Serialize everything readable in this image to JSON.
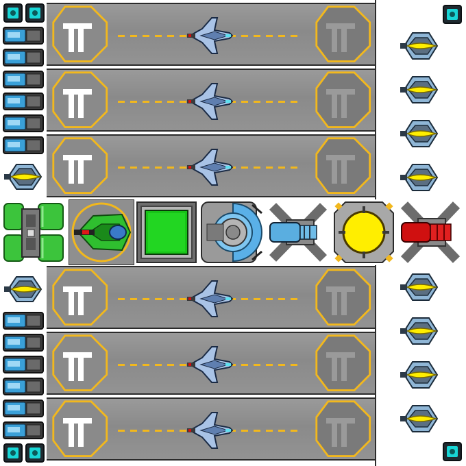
{
  "scene": {
    "lanes": [
      {
        "name": "lane-1"
      },
      {
        "name": "lane-2"
      },
      {
        "name": "lane-3"
      },
      {
        "name": "lane-4"
      },
      {
        "name": "lane-5"
      },
      {
        "name": "lane-6"
      }
    ],
    "modules": [
      {
        "name": "green-reactor-module",
        "icon": "reactor-icon"
      },
      {
        "name": "green-fighter-module",
        "icon": "fighter-icon"
      },
      {
        "name": "green-screen-module",
        "icon": "screen-icon"
      },
      {
        "name": "shield-dome-module",
        "icon": "dome-icon"
      },
      {
        "name": "blue-cannon-module",
        "icon": "cannon-icon"
      },
      {
        "name": "yellow-core-module",
        "icon": "core-icon"
      },
      {
        "name": "red-turret-module",
        "icon": "turret-icon"
      }
    ],
    "colors": {
      "lane": "#8f8f8f",
      "dash": "#f2b81d",
      "pad_ring": "#f2b81d",
      "green": "#2fbf2f",
      "yellow": "#ffee00",
      "red": "#d01010",
      "blue": "#3aa0d8",
      "cyan": "#18d6d6"
    }
  }
}
